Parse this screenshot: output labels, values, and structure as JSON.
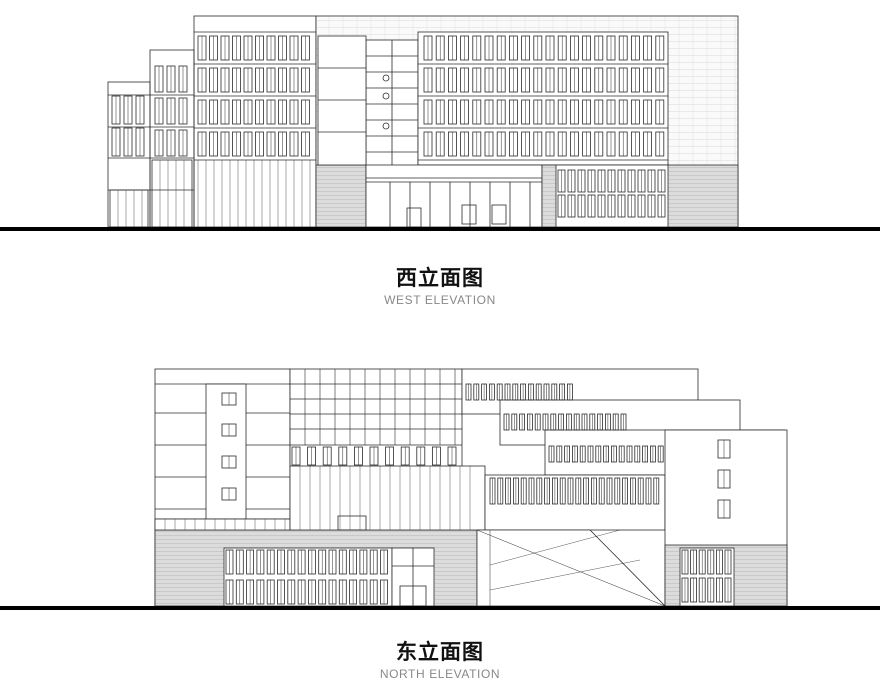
{
  "west": {
    "title": "西立面图",
    "subtitle": "WEST ELEVATION"
  },
  "east": {
    "title": "东立面图",
    "subtitle": "NORTH ELEVATION"
  },
  "colors": {
    "line": "#2b2b2b",
    "ground": "#000000",
    "hatch_fill": "#d6d6d6",
    "caption_sub": "#888888"
  }
}
